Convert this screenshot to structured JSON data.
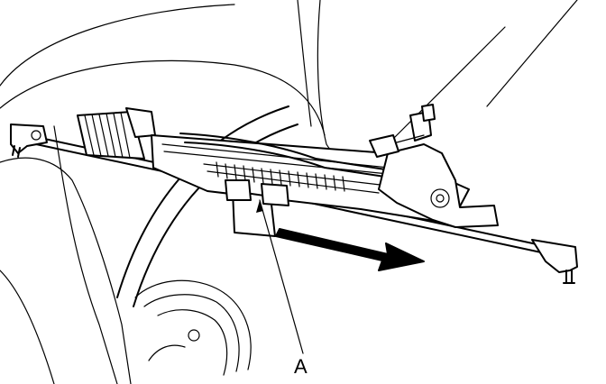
{
  "diagram": {
    "callouts": [
      {
        "id": "A",
        "label": "A"
      }
    ],
    "arrow_icon": "direction-arrow",
    "line_color": "#000000",
    "background": "#ffffff"
  }
}
